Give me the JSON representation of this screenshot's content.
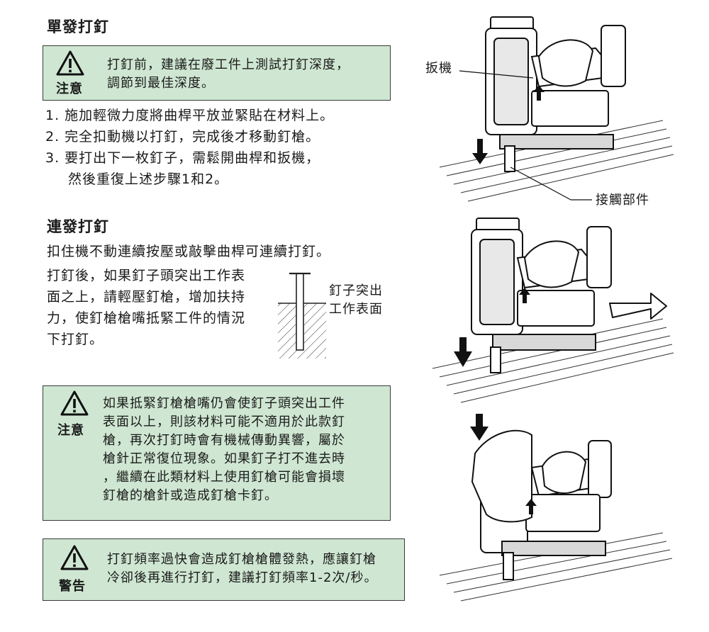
{
  "single": {
    "heading": "單發打釘",
    "note_label": "注意",
    "note_lines": [
      "打釘前，建議在廢工件上測試打釘深度，",
      "調節到最佳深度。"
    ],
    "steps": [
      "1. 施加輕微力度將曲桿平放並緊貼在材料上。",
      "2. 完全扣動機以打釘，完成後才移動釘槍。",
      "3. 要打出下一枚釘子，需鬆開曲桿和扳機，",
      "然後重復上述步驟1和2。"
    ]
  },
  "continuous": {
    "heading": "連發打釘",
    "intro": "扣住機不動連續按壓或敲擊曲桿可連續打釘。",
    "para_lines": [
      "打釘後，如果釘子頭突出工作表",
      "面之上，請輕壓釘槍，增加扶持",
      "力，使釘槍槍嘴抵緊工件的情況",
      "下打釘。"
    ],
    "nail_labels": [
      "釘子突出",
      "工作表面"
    ]
  },
  "note2": {
    "label": "注意",
    "lines": [
      "如果抵緊釘槍槍嘴仍會使釘子頭突出工件",
      "表面以上，則該材料可能不適用於此款釘",
      "槍，再次打釘時會有機械傳動異響，屬於",
      "槍針正常復位現象。如果釘子打不進去時",
      "，繼續在此類材料上使用釘槍可能會損壞",
      "釘槍的槍針或造成釘槍卡釘。"
    ]
  },
  "warning": {
    "label": "警告",
    "lines": [
      "打釘頻率過快會造成釘槍槍體發熱，應讓釘槍",
      "冷卻後再進行打釘，建議打釘頻率1-2次/秒。"
    ]
  },
  "callouts": {
    "trigger": "扳機",
    "contact": "接觸部件"
  }
}
